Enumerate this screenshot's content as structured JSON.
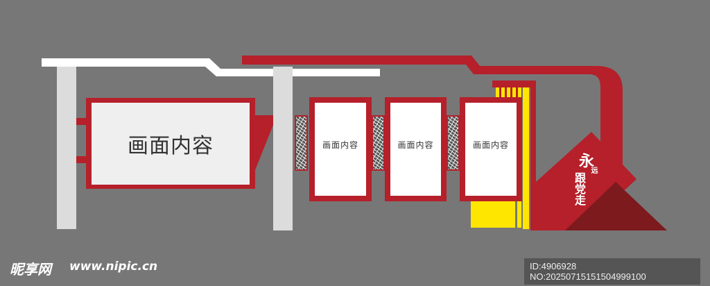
{
  "panels": {
    "main_label": "画面内容",
    "small_labels": [
      "画面内容",
      "画面内容",
      "画面内容"
    ]
  },
  "slogan": {
    "big": "永",
    "small": "远",
    "rest": "跟党走"
  },
  "watermark": {
    "logo": "昵享网",
    "url": "www.nipic.cn"
  },
  "id_badge": "ID:4906928 NO:20250715151504999100",
  "colors": {
    "background": "#777777",
    "red": "#b5202a",
    "dark_red": "#7c1a1e",
    "yellow": "#ffe600",
    "post": "#dcdcdc"
  }
}
